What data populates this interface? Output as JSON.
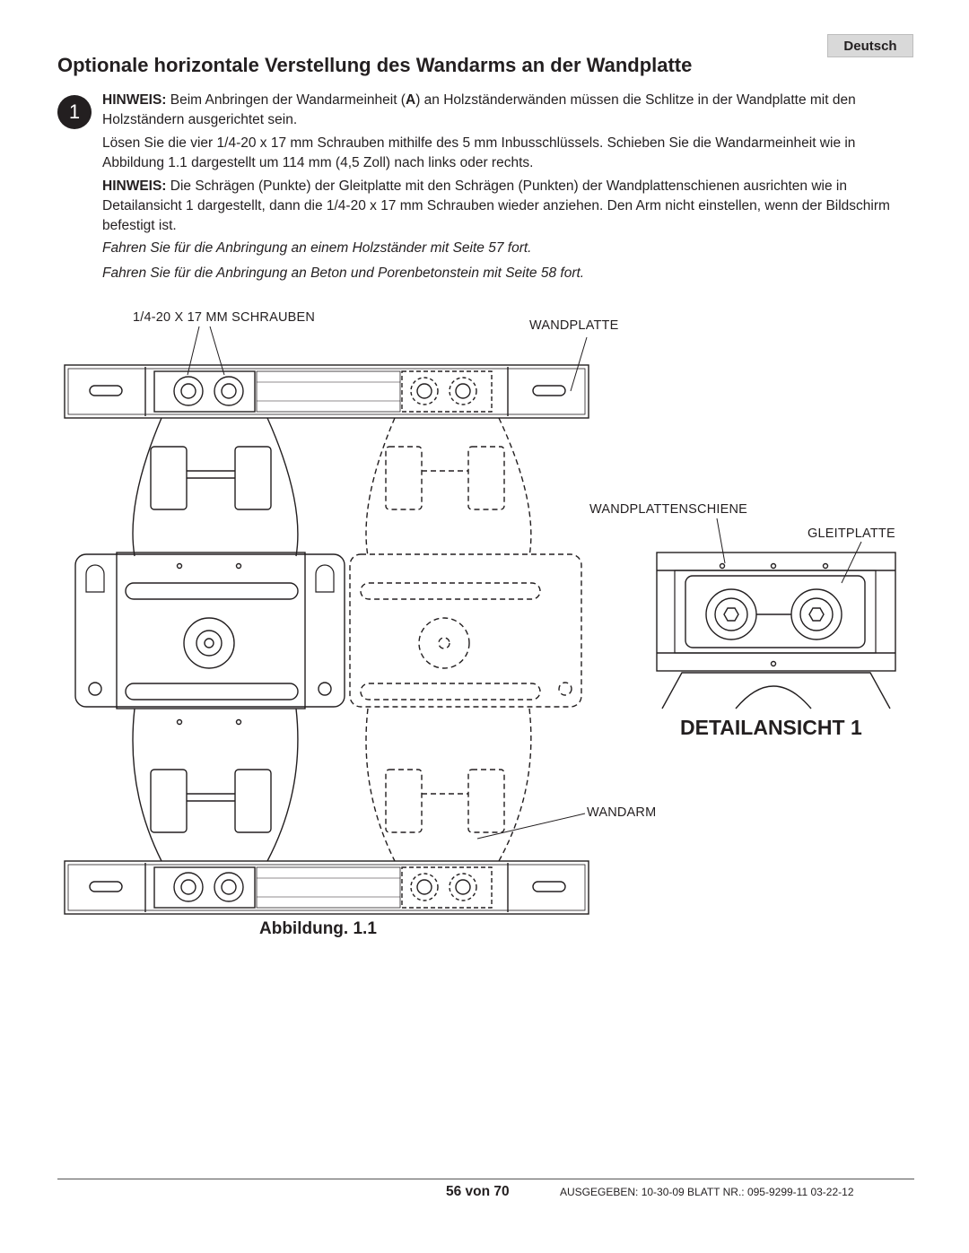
{
  "header": {
    "language": "Deutsch",
    "title": "Optionale horizontale Verstellung des Wandarms an der Wandplatte"
  },
  "step": {
    "number": "1",
    "note1_label": "HINWEIS:",
    "note1_pre": " Beim Anbringen der Wandarmeinheit (",
    "note1_bold_letter": "A",
    "note1_post": ") an Holzständerwänden müssen die Schlitze in der Wandplatte mit den Holzständern ausgerichtet sein.",
    "instruction": "Lösen Sie die vier 1/4-20 x 17 mm Schrauben mithilfe des 5 mm Inbusschlüssels. Schieben Sie die Wandarmeinheit wie in Abbildung 1.1 dargestellt um 114 mm (4,5 Zoll) nach links oder rechts.",
    "note2_label": "HINWEIS:",
    "note2_text": " Die Schrägen (Punkte) der Gleitplatte mit den Schrägen (Punkten) der Wandplattenschienen ausrichten wie in Detailansicht 1 dargestellt, dann die 1/4-20 x 17 mm Schrauben wieder anziehen. Den Arm nicht einstellen, wenn der Bildschirm befestigt ist.",
    "wood_ref": "Fahren Sie für die Anbringung an einem Holzständer mit Seite 57 fort.",
    "concrete_ref": "Fahren Sie für die Anbringung an Beton und Porenbetonstein mit Seite 58 fort."
  },
  "figure": {
    "label_screws": "1/4-20 X 17 MM SCHRAUBEN",
    "label_wallplate": "WANDPLATTE",
    "label_rail": "WANDPLATTENSCHIENE",
    "label_slide": "GLEITPLATTE",
    "label_arm": "WANDARM",
    "detail_title": "DETAILANSICHT 1",
    "caption": "Abbildung. 1.1"
  },
  "footer": {
    "page": "56 von 70",
    "issued": "AUSGEGEBEN: 10-30-09  BLATT NR.: 095-9299-11  03-22-12"
  }
}
